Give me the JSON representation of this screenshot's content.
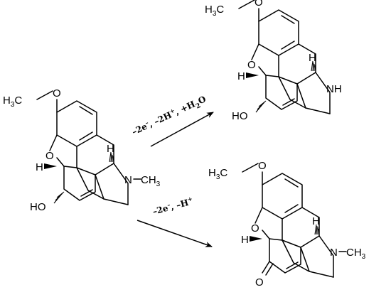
{
  "labels": {
    "methoxy_o": "O",
    "h3c": "H",
    "h3c_sub": "3",
    "h3c_c": "C",
    "ring_o": "O",
    "h": "H",
    "ho": "HO",
    "n": "N",
    "nh": "NH",
    "ch3_dash": "–",
    "ch3_c": "CH",
    "ch3_sub": "3",
    "ketone_o": "O"
  },
  "arrow1": {
    "p1": "–2e",
    "p1_sup": "–",
    "p2": ", –2H",
    "p2_sup": "+",
    "p3": ", +H",
    "p3_sub": "2",
    "p4": "O"
  },
  "arrow2": {
    "p1": "–2e",
    "p1_sup": "–",
    "p2": ", –H",
    "p2_sup": "+"
  }
}
